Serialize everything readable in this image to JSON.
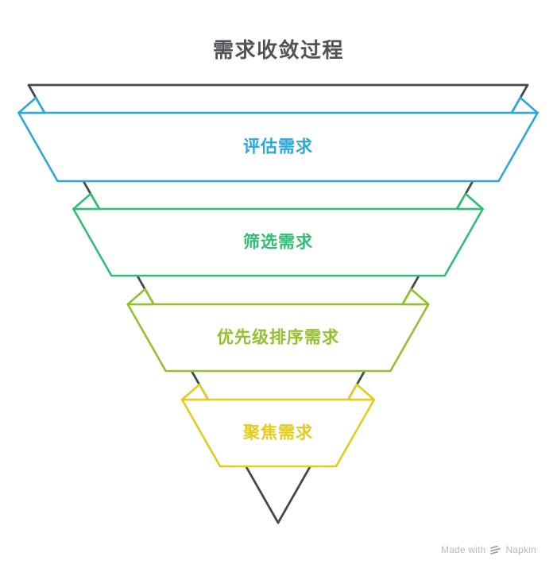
{
  "title": "需求收敛过程",
  "chart_data": {
    "type": "funnel",
    "title": "需求收敛过程",
    "direction": "top-wide-to-bottom-narrow",
    "stages": [
      {
        "label": "评估需求",
        "color": "#2AA8DD"
      },
      {
        "label": "筛选需求",
        "color": "#2EBE74"
      },
      {
        "label": "优先级排序需求",
        "color": "#94C02F"
      },
      {
        "label": "聚焦需求",
        "color": "#E6CB1B"
      }
    ]
  },
  "colors": {
    "outline": "#45494C",
    "title": "#4F5256",
    "background": "#FFFFFF",
    "watermark_text": "#B7B9BB",
    "watermark_logo": "#9B9DA0"
  },
  "watermark": {
    "made_with": "Made with",
    "brand": "Napkin"
  }
}
